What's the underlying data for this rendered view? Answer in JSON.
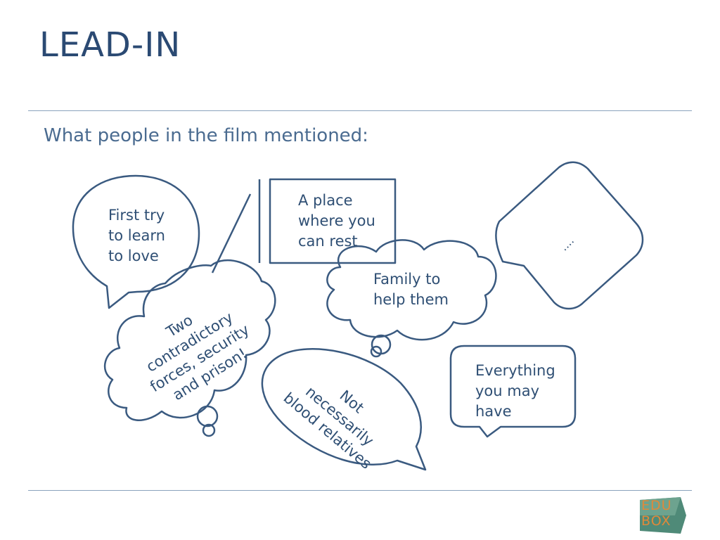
{
  "slide": {
    "title": "LEAD-IN",
    "subtitle": "What people in the film mentioned:"
  },
  "bubbles": {
    "first_try": [
      "First try",
      "to learn",
      "to love"
    ],
    "a_place": [
      "A place",
      "where you",
      "can rest"
    ],
    "family": [
      "Family to",
      "help them"
    ],
    "ellipsis": "....",
    "two_forces": [
      "Two",
      "contradictory",
      "forces, security",
      "and prison!"
    ],
    "not_necessarily": [
      "Not",
      "necessarily",
      "blood relatives"
    ],
    "everything": [
      "Everything",
      "you may",
      "have"
    ]
  },
  "logo": {
    "line1": "EDU",
    "line2": "BOX"
  },
  "colors": {
    "title": "#2b4a73",
    "stroke": "#3a5a80",
    "text": "#2f4f74",
    "logo_orange": "#e0893a",
    "logo_green": "#4f8a78"
  }
}
